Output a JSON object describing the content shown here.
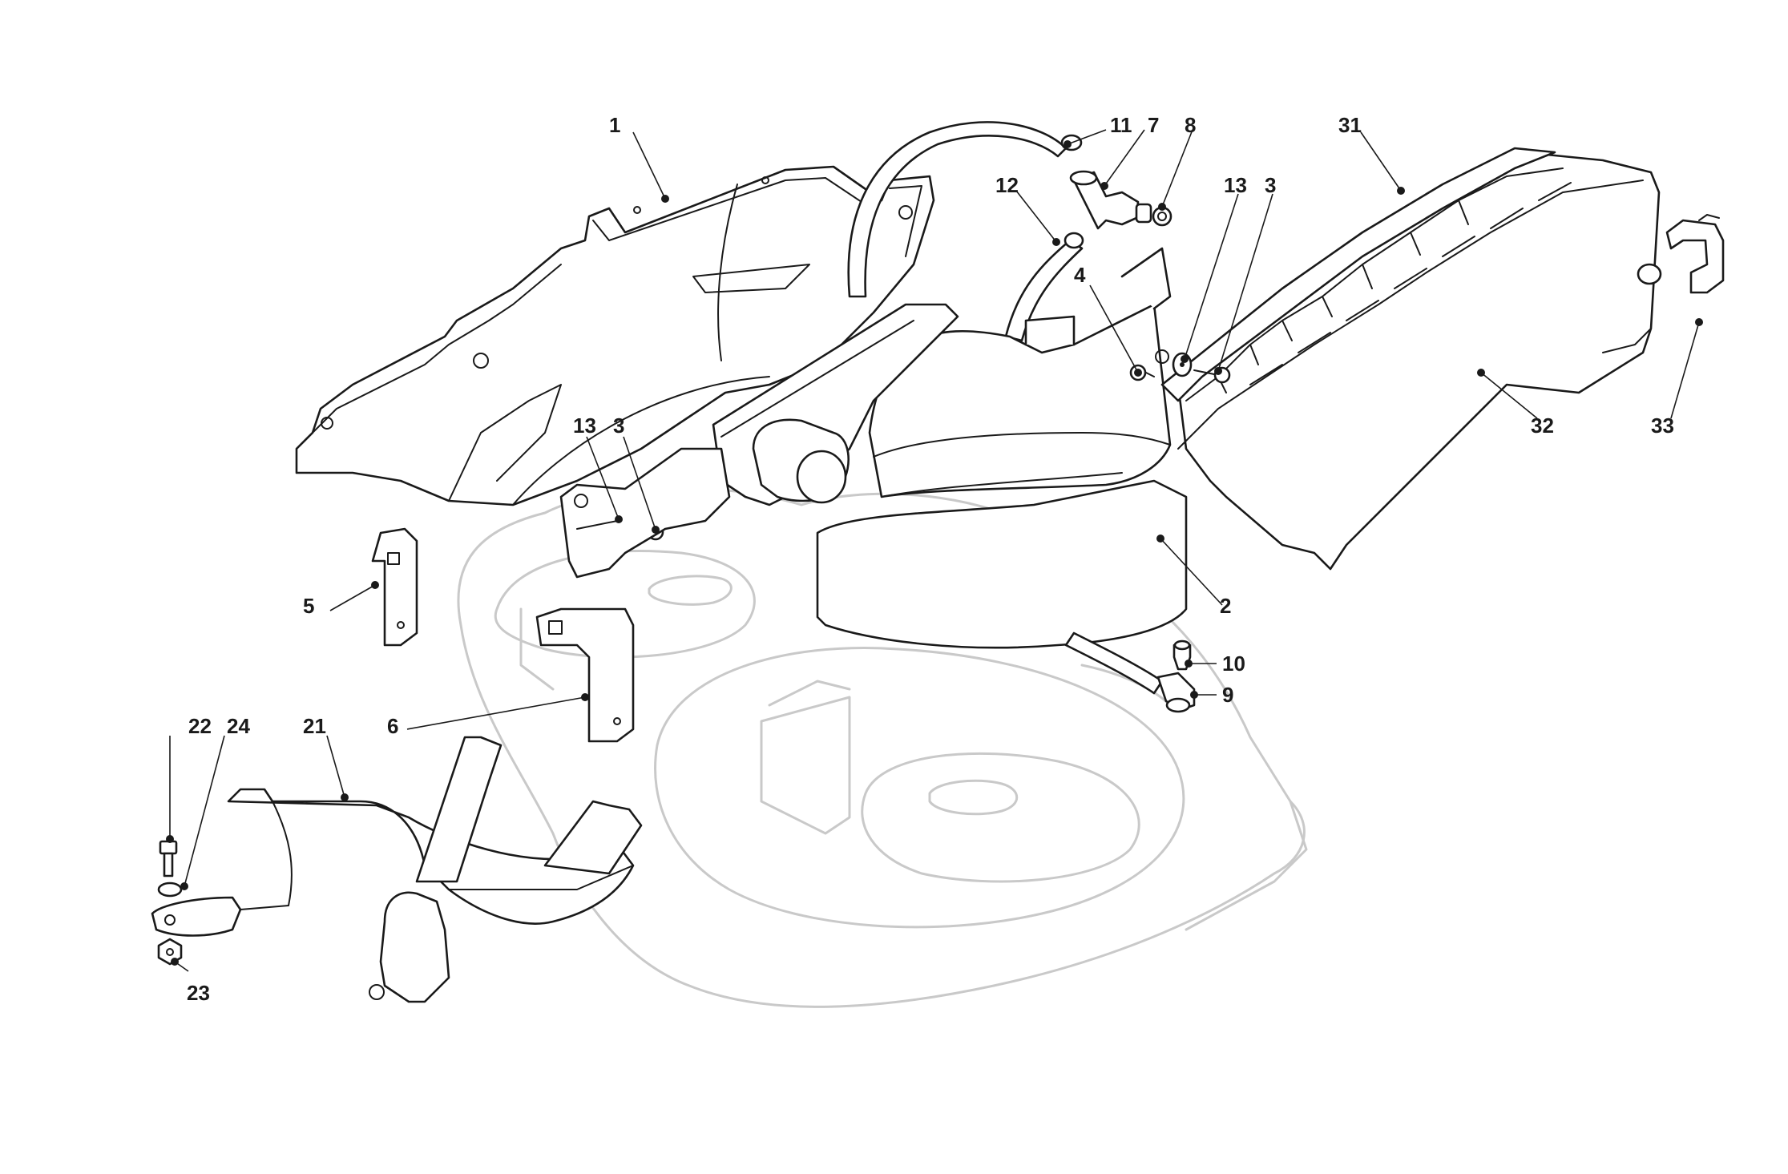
{
  "callouts": [
    {
      "id": "c1",
      "label": "1"
    },
    {
      "id": "c11",
      "label": "11"
    },
    {
      "id": "c7",
      "label": "7"
    },
    {
      "id": "c8",
      "label": "8"
    },
    {
      "id": "c12",
      "label": "12"
    },
    {
      "id": "c13a",
      "label": "13"
    },
    {
      "id": "c3a",
      "label": "3"
    },
    {
      "id": "c31",
      "label": "31"
    },
    {
      "id": "c4",
      "label": "4"
    },
    {
      "id": "c32",
      "label": "32"
    },
    {
      "id": "c33",
      "label": "33"
    },
    {
      "id": "c13b",
      "label": "13"
    },
    {
      "id": "c3b",
      "label": "3"
    },
    {
      "id": "c5",
      "label": "5"
    },
    {
      "id": "c2",
      "label": "2"
    },
    {
      "id": "c10",
      "label": "10"
    },
    {
      "id": "c9",
      "label": "9"
    },
    {
      "id": "c22",
      "label": "22"
    },
    {
      "id": "c24",
      "label": "24"
    },
    {
      "id": "c21",
      "label": "21"
    },
    {
      "id": "c6",
      "label": "6"
    },
    {
      "id": "c23",
      "label": "23"
    }
  ]
}
